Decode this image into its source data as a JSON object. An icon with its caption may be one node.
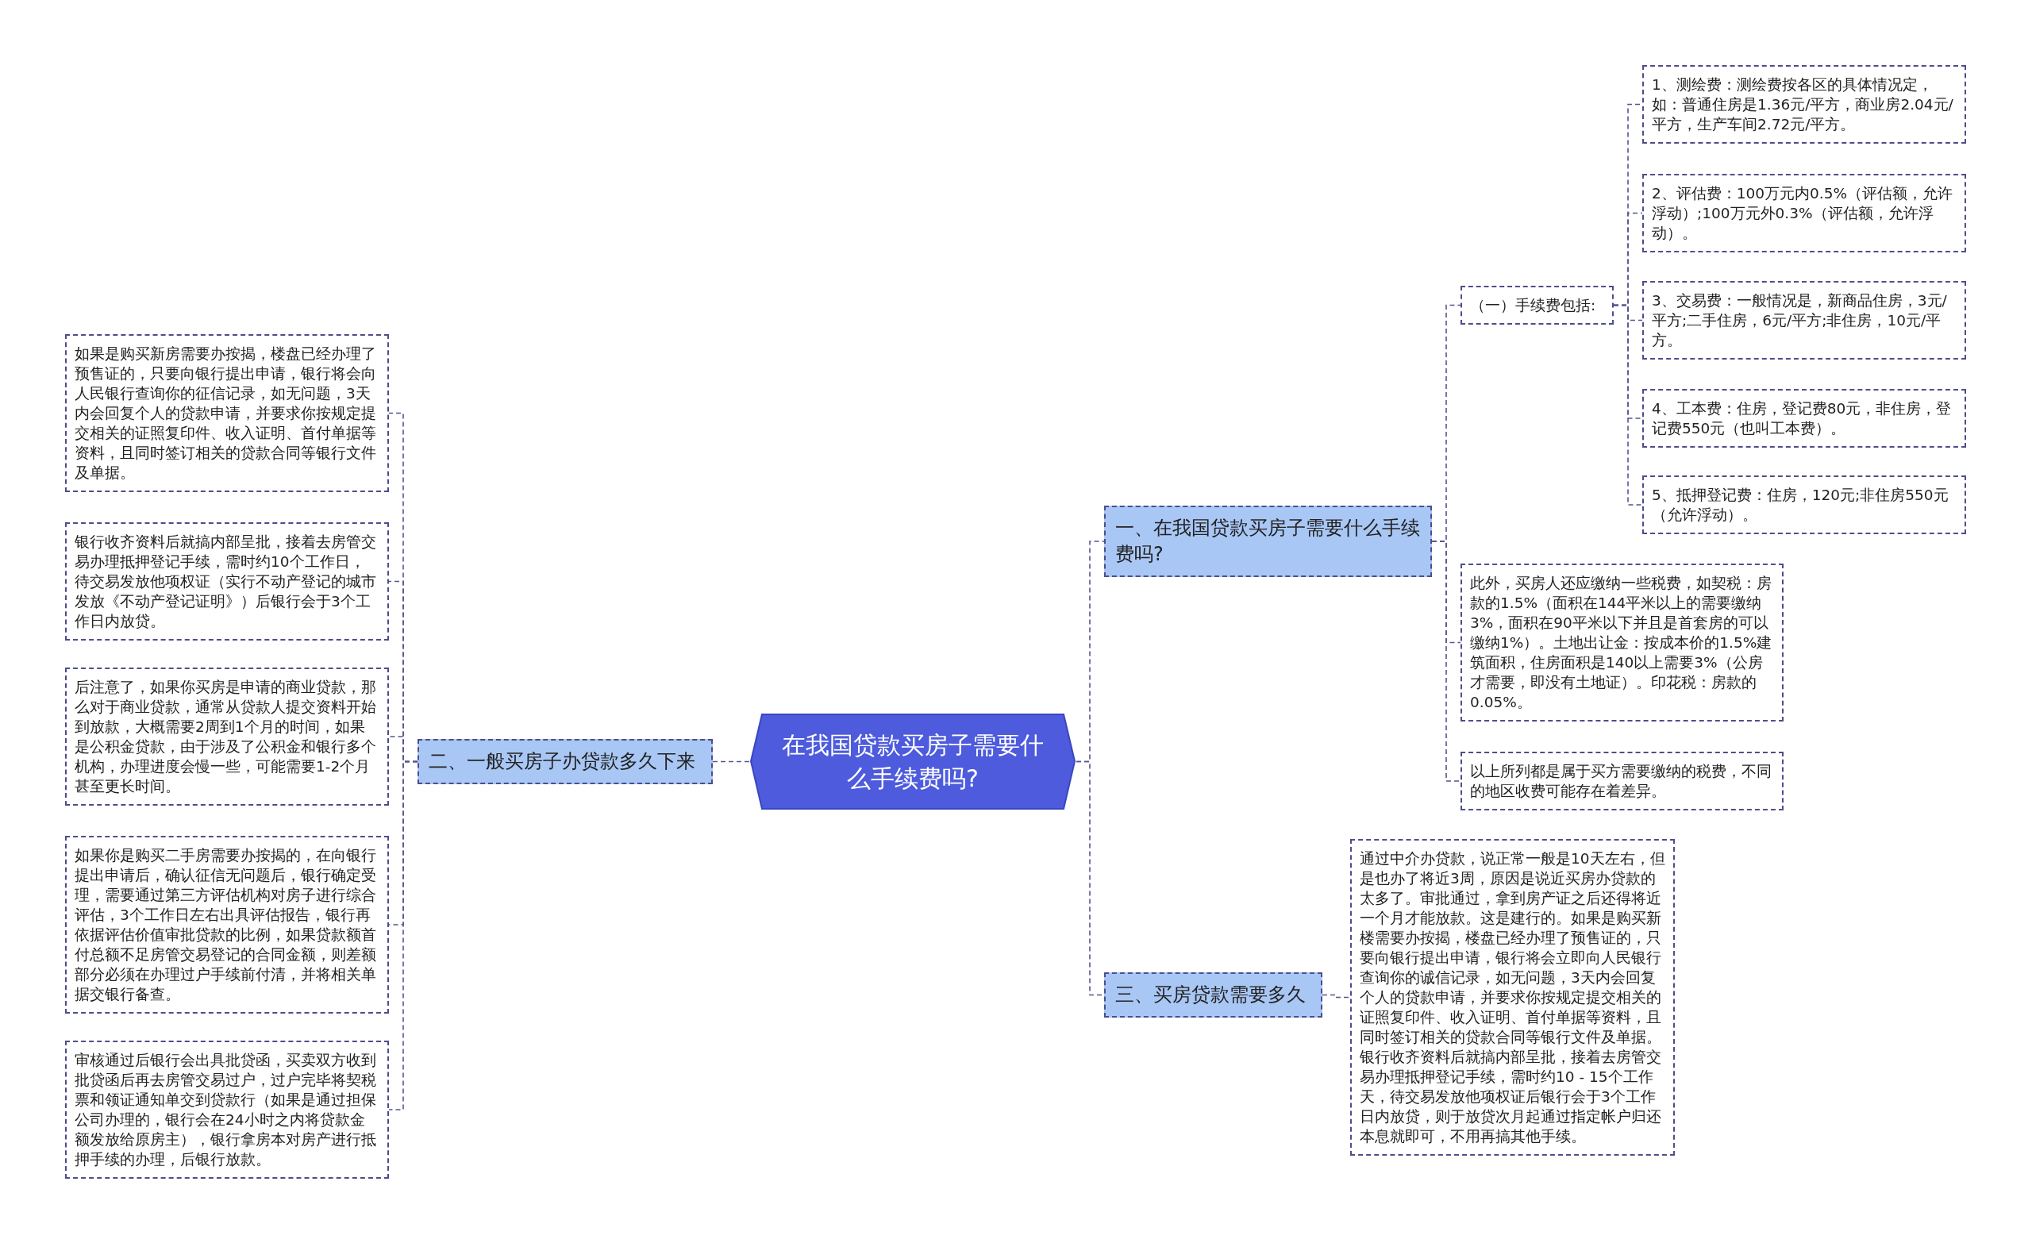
{
  "diagram": {
    "nodes": [
      {
        "text": [
          "在我国贷款买房子需要什么手续费吗?"
        ]
      },
      {
        "text": [
          "一、在我国贷款买房子需要什么手续费吗?"
        ]
      },
      {
        "text": [
          "（一）手续费包括:"
        ]
      },
      {
        "text": [
          "1、测绘费：测绘费按各区的具体情况定，如：普通住房是1.36元/平方，商业房2.04元/平方，生产车间2.72元/平方。"
        ]
      },
      {
        "text": [
          "2、评估费：100万元内0.5%（评估额，允许浮动）;100万元外0.3%（评估额，允许浮动）。"
        ]
      },
      {
        "text": [
          "3、交易费：一般情况是，新商品住房，3元/平方;二手住房，6元/平方;非住房，10元/平方。"
        ]
      },
      {
        "text": [
          "4、工本费：住房，登记费80元，非住房，登记费550元（也叫工本费）。"
        ]
      },
      {
        "text": [
          "5、抵押登记费：住房，120元;非住房550元（允许浮动）。"
        ]
      },
      {
        "text": [
          "此外，买房人还应缴纳一些税费，如契税：房款的1.5%（面积在144平米以上的需要缴纳3%，面积在90平米以下并且是首套房的可以缴纳1%）。土地出让金：按成本价的1.5%建筑面积，住房面积是140以上需要3%（公房才需要，即没有土地证）。印花税：房款的0.05%。"
        ]
      },
      {
        "text": [
          "以上所列都是属于买方需要缴纳的税费，不同的地区收费可能存在着差异。"
        ]
      },
      {
        "text": [
          "二、一般买房子办贷款多久下来"
        ]
      },
      {
        "text": [
          "如果是购买新房需要办按揭，楼盘已经办理了预售证的，只要向银行提出申请，银行将会向人民银行查询你的征信记录，如无问题，3天内会回复个人的贷款申请，并要求你按规定提交相关的证照复印件、收入证明、首付单据等资料，且同时签订相关的贷款合同等银行文件及单据。"
        ]
      },
      {
        "text": [
          "银行收齐资料后就搞内部呈批，接着去房管交易办理抵押登记手续，需时约10个工作日，待交易发放他项权证（实行不动产登记的城市发放《不动产登记证明》）后银行会于3个工作日内放贷。"
        ]
      },
      {
        "text": [
          "后注意了，如果你买房是申请的商业贷款，那么对于商业贷款，通常从贷款人提交资料开始到放款，大概需要2周到1个月的时间，如果是公积金贷款，由于涉及了公积金和银行多个机构，办理进度会慢一些，可能需要1-2个月甚至更长时间。"
        ]
      },
      {
        "text": [
          "如果你是购买二手房需要办按揭的，在向银行提出申请后，确认征信无问题后，银行确定受理，需要通过第三方评估机构对房子进行综合评估，3个工作日左右出具评估报告，银行再依据评估价值审批贷款的比例，如果贷款额首付总额不足房管交易登记的合同金额，则差额部分必须在办理过户手续前付清，并将相关单据交银行备查。"
        ]
      },
      {
        "text": [
          "审核通过后银行会出具批贷函，买卖双方收到批贷函后再去房管交易过户，过户完毕将契税票和领证通知单交到贷款行（如果是通过担保公司办理的，银行会在24小时之内将贷款金额发放给原房主），银行拿房本对房产进行抵押手续的办理，后银行放款。"
        ]
      },
      {
        "text": [
          "三、买房贷款需要多久"
        ]
      },
      {
        "text": [
          "通过中介办贷款，说正常一般是10天左右，但是也办了将近3周，原因是说近买房办贷款的太多了。审批通过，拿到房产证之后还得将近一个月才能放款。这是建行的。如果是购买新楼需要办按揭，楼盘已经办理了预售证的，只要向银行提出申请，银行将会立即向人民银行查询你的诚信记录，如无问题，3天内会回复个人的贷款申请，并要求你按规定提交相关的证照复印件、收入证明、首付单据等资料，且同时签订相关的贷款合同等银行文件及单据。银行收齐资料后就搞内部呈批，接着去房管交易办理抵押登记手续，需时约10 - 15个工作天，待交易发放他项权证后银行会于3个工作日内放贷，则于放贷次月起通过指定帐户归还本息就即可，不用再搞其他手续。"
        ]
      }
    ],
    "edges": [
      {
        "from": 0,
        "to": 1,
        "arrow": "none"
      },
      {
        "from": 1,
        "to": 2,
        "arrow": "none"
      },
      {
        "from": 2,
        "to": 3,
        "arrow": "none"
      },
      {
        "from": 2,
        "to": 4,
        "arrow": "none"
      },
      {
        "from": 2,
        "to": 5,
        "arrow": "none"
      },
      {
        "from": 2,
        "to": 6,
        "arrow": "none"
      },
      {
        "from": 2,
        "to": 7,
        "arrow": "none"
      },
      {
        "from": 1,
        "to": 8,
        "arrow": "none"
      },
      {
        "from": 1,
        "to": 9,
        "arrow": "none"
      },
      {
        "from": 0,
        "to": 10,
        "arrow": "none"
      },
      {
        "from": 10,
        "to": 11,
        "arrow": "none"
      },
      {
        "from": 10,
        "to": 12,
        "arrow": "none"
      },
      {
        "from": 10,
        "to": 13,
        "arrow": "none"
      },
      {
        "from": 10,
        "to": 14,
        "arrow": "none"
      },
      {
        "from": 10,
        "to": 15,
        "arrow": "none"
      },
      {
        "from": 0,
        "to": 16,
        "arrow": "none"
      },
      {
        "from": 16,
        "to": 17,
        "arrow": "none"
      }
    ]
  }
}
